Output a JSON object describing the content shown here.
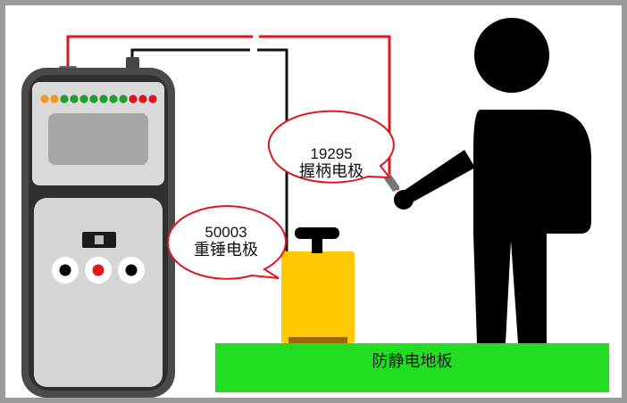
{
  "callouts": {
    "handle": {
      "value": "19295",
      "label": "握柄电极"
    },
    "weight": {
      "value": "50003",
      "label": "重锤电极"
    }
  },
  "floor": {
    "label": "防静电地板"
  },
  "meter": {
    "led_colors": [
      "#f39a1e",
      "#f39a1e",
      "#1f9e2e",
      "#1f9e2e",
      "#1f9e2e",
      "#1f9e2e",
      "#1f9e2e",
      "#1f9e2e",
      "#1f9e2e",
      "#e0161e",
      "#e0161e",
      "#e0161e"
    ],
    "jack_colors": [
      "#000000",
      "#e0161e",
      "#000000"
    ]
  },
  "colors": {
    "frame": "#9a9a9a",
    "red_wire": "#e0161e",
    "black_wire": "#111111",
    "weight_body": "#ffc800",
    "floor": "#22dd22",
    "person": "#000000",
    "callout_border": "#e0161e"
  }
}
